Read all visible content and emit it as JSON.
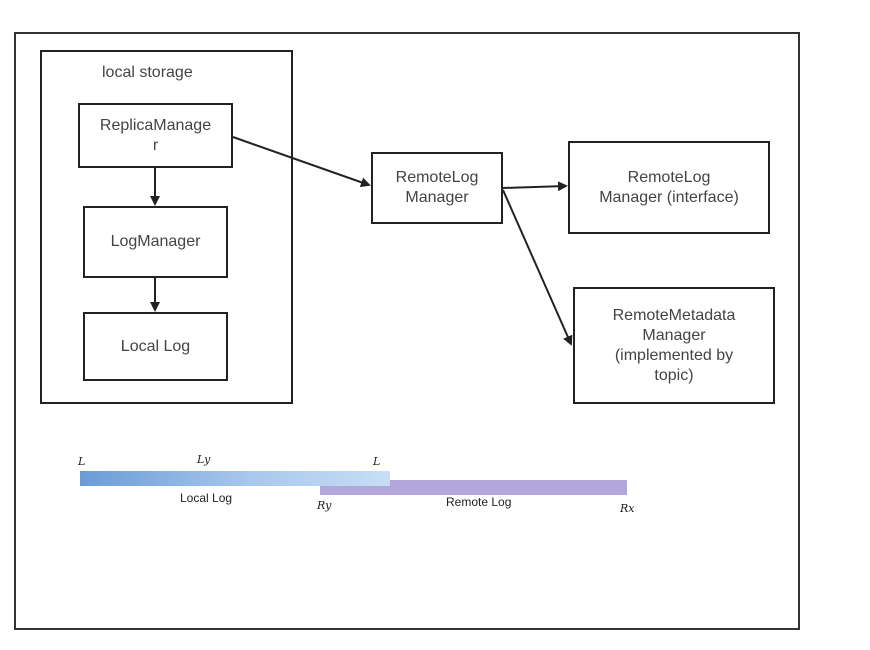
{
  "container": {
    "label": "local storage"
  },
  "nodes": {
    "replica_manager": {
      "line1": "ReplicaManage",
      "line2": "r"
    },
    "log_manager": {
      "line1": "LogManager"
    },
    "local_log": {
      "line1": "Local Log"
    },
    "remote_log_manager": {
      "line1": "RemoteLog",
      "line2": "Manager"
    },
    "remote_log_manager_interface": {
      "line1": "RemoteLog",
      "line2": "Manager (interface)"
    },
    "remote_metadata_manager": {
      "line1": "RemoteMetadata",
      "line2": "Manager",
      "line3": "(implemented by",
      "line4": "topic)"
    }
  },
  "edges": [
    {
      "from": "replica_manager",
      "to": "log_manager"
    },
    {
      "from": "log_manager",
      "to": "local_log"
    },
    {
      "from": "replica_manager",
      "to": "remote_log_manager"
    },
    {
      "from": "remote_log_manager",
      "to": "remote_log_manager_interface"
    },
    {
      "from": "remote_log_manager",
      "to": "remote_metadata_manager"
    }
  ],
  "timeline": {
    "local_label": "Local Log",
    "remote_label": "Remote Log",
    "markers": {
      "lz": "L",
      "ly": "Ly",
      "lx": "L",
      "ry": "Ry",
      "rx": "Rx"
    },
    "colors": {
      "local_start": "#6b9bd6",
      "local_end": "#c7def5",
      "remote": "#b3a6da"
    }
  }
}
